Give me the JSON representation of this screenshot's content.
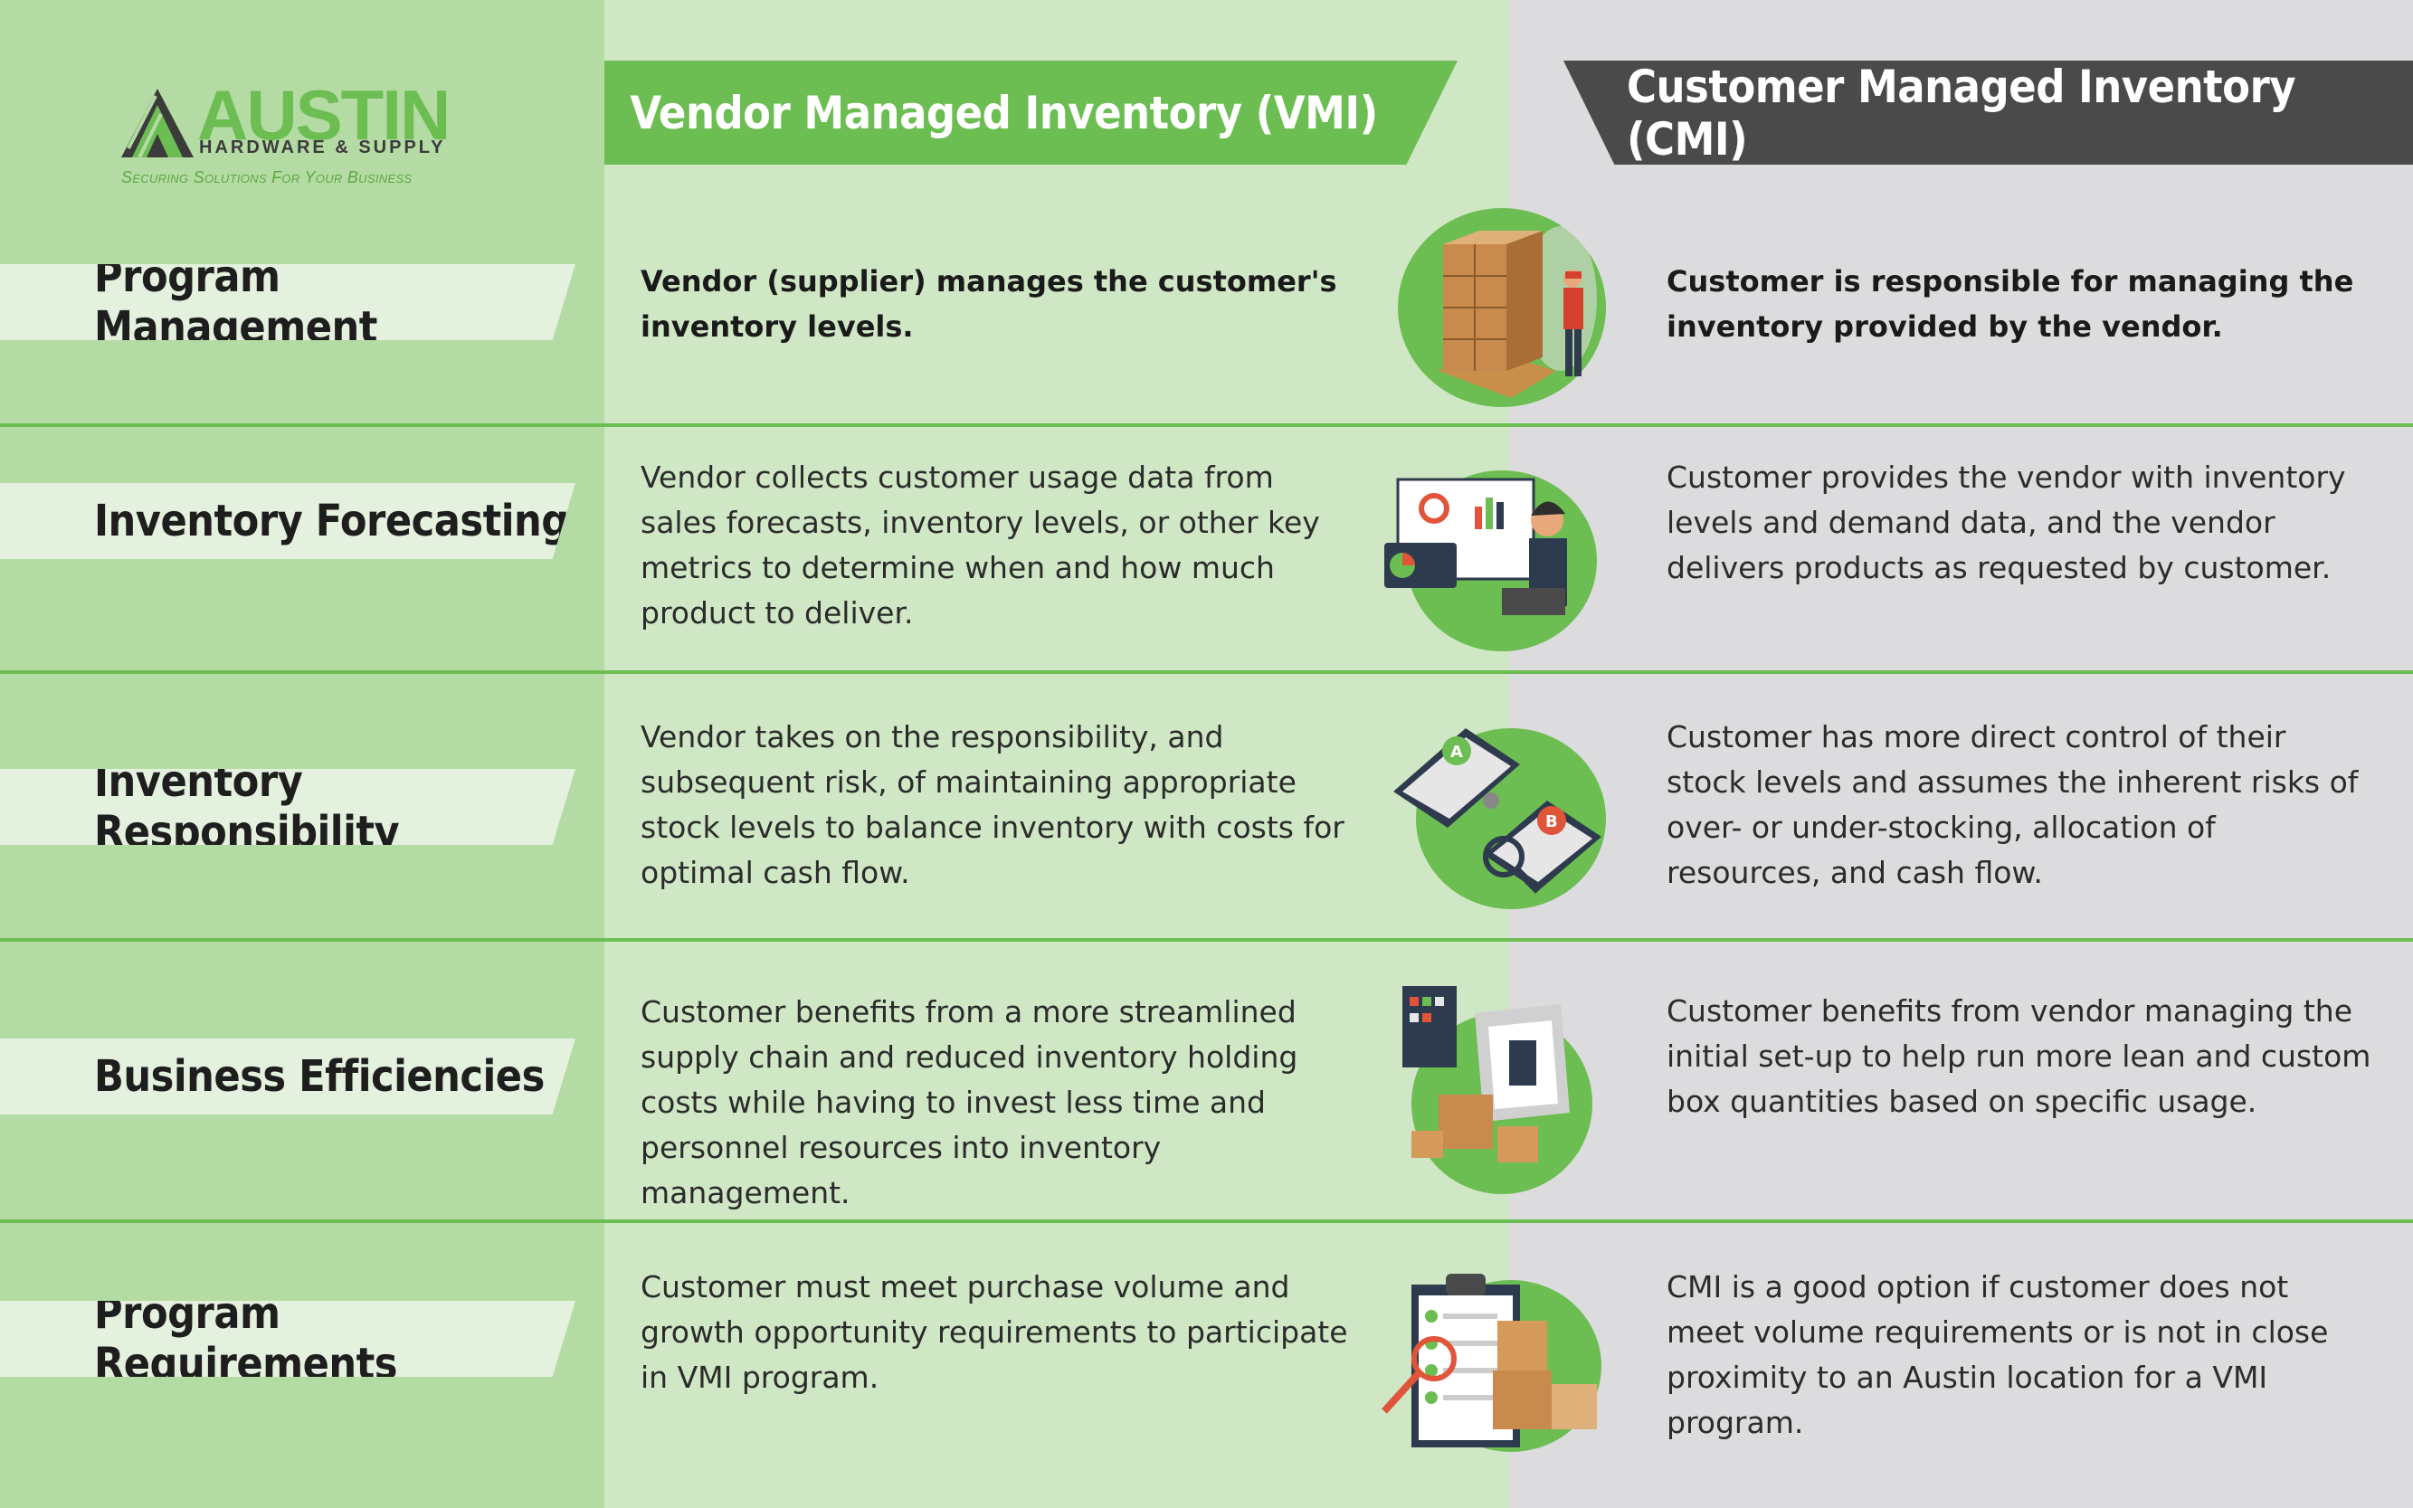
{
  "logo": {
    "name": "AUSTIN",
    "subtitle": "HARDWARE & SUPPLY",
    "tagline": "Securing Solutions For Your Business"
  },
  "headers": {
    "vmi": "Vendor Managed Inventory (VMI)",
    "cmi": "Customer Managed Inventory (CMI)"
  },
  "rows": [
    {
      "label": "Program Management",
      "vmi": "Vendor (supplier) manages the customer's inventory levels.",
      "cmi": "Customer is responsible for managing the inventory provided by the vendor.",
      "icon": "warehouse-boxes-icon"
    },
    {
      "label": "Inventory Forecasting",
      "vmi": "Vendor collects customer usage data from sales forecasts, inventory levels, or other key metrics to determine when and how much product to deliver.",
      "cmi": "Customer provides the vendor with inventory levels and demand data, and the vendor delivers products as requested by customer.",
      "icon": "data-analyst-icon"
    },
    {
      "label": "Inventory Responsibility",
      "vmi": "Vendor takes on the responsibility, and subsequent risk, of maintaining appropriate stock levels to balance inventory with costs for optimal cash flow.",
      "cmi": "Customer has more direct control of their stock levels and assumes the inherent risks of over- or under-stocking, allocation of resources, and cash flow.",
      "icon": "comparison-devices-icon"
    },
    {
      "label": "Business Efficiencies",
      "vmi": "Customer benefits from a more streamlined supply chain and reduced inventory holding costs while having to invest less time and personnel resources into inventory management.",
      "cmi": "Customer benefits from vendor managing the initial set-up to help run more lean and custom box quantities based on specific usage.",
      "icon": "laptop-packages-icon"
    },
    {
      "label": "Program Requirements",
      "vmi": "Customer must meet purchase volume and growth opportunity requirements to participate in VMI program.",
      "cmi": "CMI is a good option if customer does not meet volume requirements or is not in close proximity to an Austin location for a VMI program.",
      "icon": "clipboard-checklist-icon"
    }
  ],
  "colors": {
    "green": "#6cbd52",
    "dark_gray": "#4a4a4b",
    "left_column": "#b5dba5",
    "mid_column": "#cfe7c5",
    "right_column": "#dcdcde"
  }
}
